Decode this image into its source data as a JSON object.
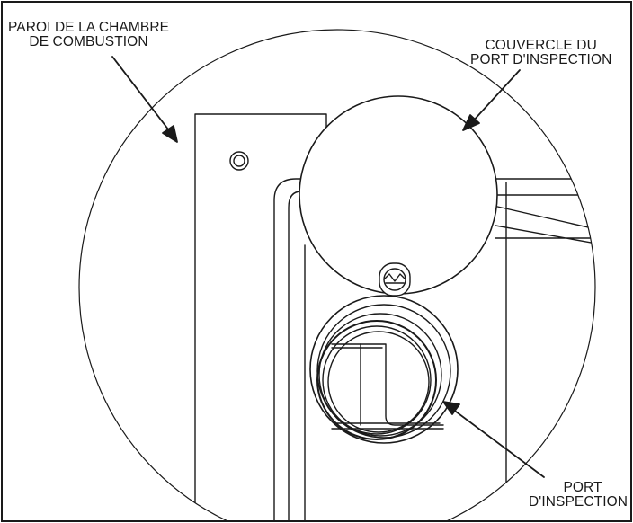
{
  "labels": {
    "wall": [
      "PAROI DE LA CHAMBRE",
      "DE COMBUSTION"
    ],
    "cover": [
      "COUVERCLE DU",
      "PORT D'INSPECTION"
    ],
    "port": [
      "PORT",
      "D'INSPECTION"
    ]
  },
  "colors": {
    "line": "#1a1a1a",
    "background": "#ffffff"
  }
}
